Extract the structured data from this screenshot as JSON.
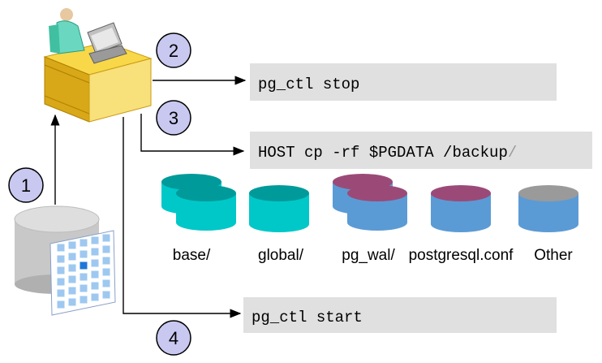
{
  "steps": [
    "1",
    "2",
    "3",
    "4"
  ],
  "commands": {
    "stop": "pg_ctl stop",
    "copy": "HOST cp -rf $PGDATA /backup",
    "copy_tail": "/",
    "start": "pg_ctl start"
  },
  "files": [
    {
      "label": "base/",
      "color": "#00c8c8",
      "top": "#009a9a",
      "stacked": true
    },
    {
      "label": "global/",
      "color": "#00c8c8",
      "top": "#009a9a",
      "stacked": false
    },
    {
      "label": "pg_wal/",
      "color": "#5b9bd5",
      "top": "#9b4a78",
      "stacked": true
    },
    {
      "label": "postgresql.conf",
      "color": "#5b9bd5",
      "top": "#9b4a78",
      "stacked": false
    },
    {
      "label": "Other",
      "color": "#5b9bd5",
      "top": "#9a9a9a",
      "stacked": false
    }
  ],
  "colors": {
    "command_box": "#e0e0e0",
    "step_circle": "#c8c8f0",
    "desk": "#f0c030",
    "database": "#c8c8c8"
  }
}
